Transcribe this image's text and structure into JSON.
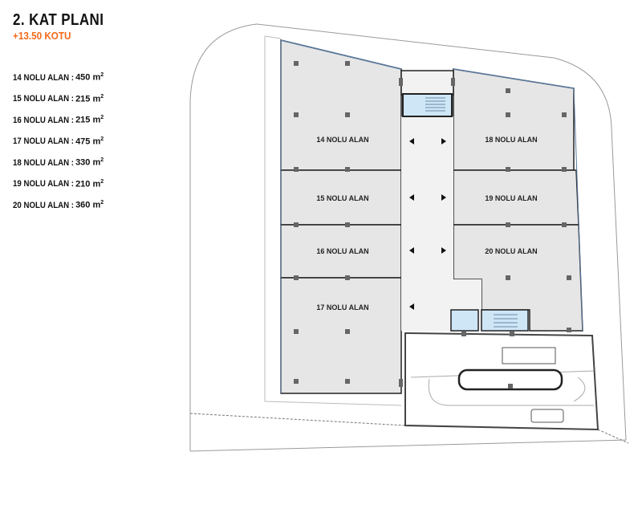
{
  "header": {
    "title": "2.  KAT PLANI",
    "elevation": "+13.50 KOTU"
  },
  "area_list": [
    {
      "label": "14 NOLU ALAN :",
      "value": "450",
      "unit": "m",
      "exp": "2"
    },
    {
      "label": "15 NOLU ALAN :",
      "value": "215",
      "unit": "m",
      "exp": "2"
    },
    {
      "label": "16 NOLU ALAN :",
      "value": "215",
      "unit": "m",
      "exp": "2"
    },
    {
      "label": "17 NOLU ALAN :",
      "value": "475",
      "unit": "m",
      "exp": "2"
    },
    {
      "label": "18 NOLU ALAN :",
      "value": "330",
      "unit": "m",
      "exp": "2"
    },
    {
      "label": "19 NOLU ALAN :",
      "value": "210",
      "unit": "m",
      "exp": "2"
    },
    {
      "label": "20 NOLU ALAN :",
      "value": "360",
      "unit": "m",
      "exp": "2"
    }
  ],
  "plan": {
    "rooms": [
      "14 NOLU ALAN",
      "15 NOLU ALAN",
      "16 NOLU ALAN",
      "17 NOLU ALAN",
      "18 NOLU ALAN",
      "19 NOLU ALAN",
      "20 NOLU ALAN"
    ],
    "colors": {
      "room": "#e6e6e6",
      "wall": "#222222",
      "core": "#cfe6f7",
      "facade": "#5a7aa0",
      "site": "#9a9a9a"
    }
  }
}
